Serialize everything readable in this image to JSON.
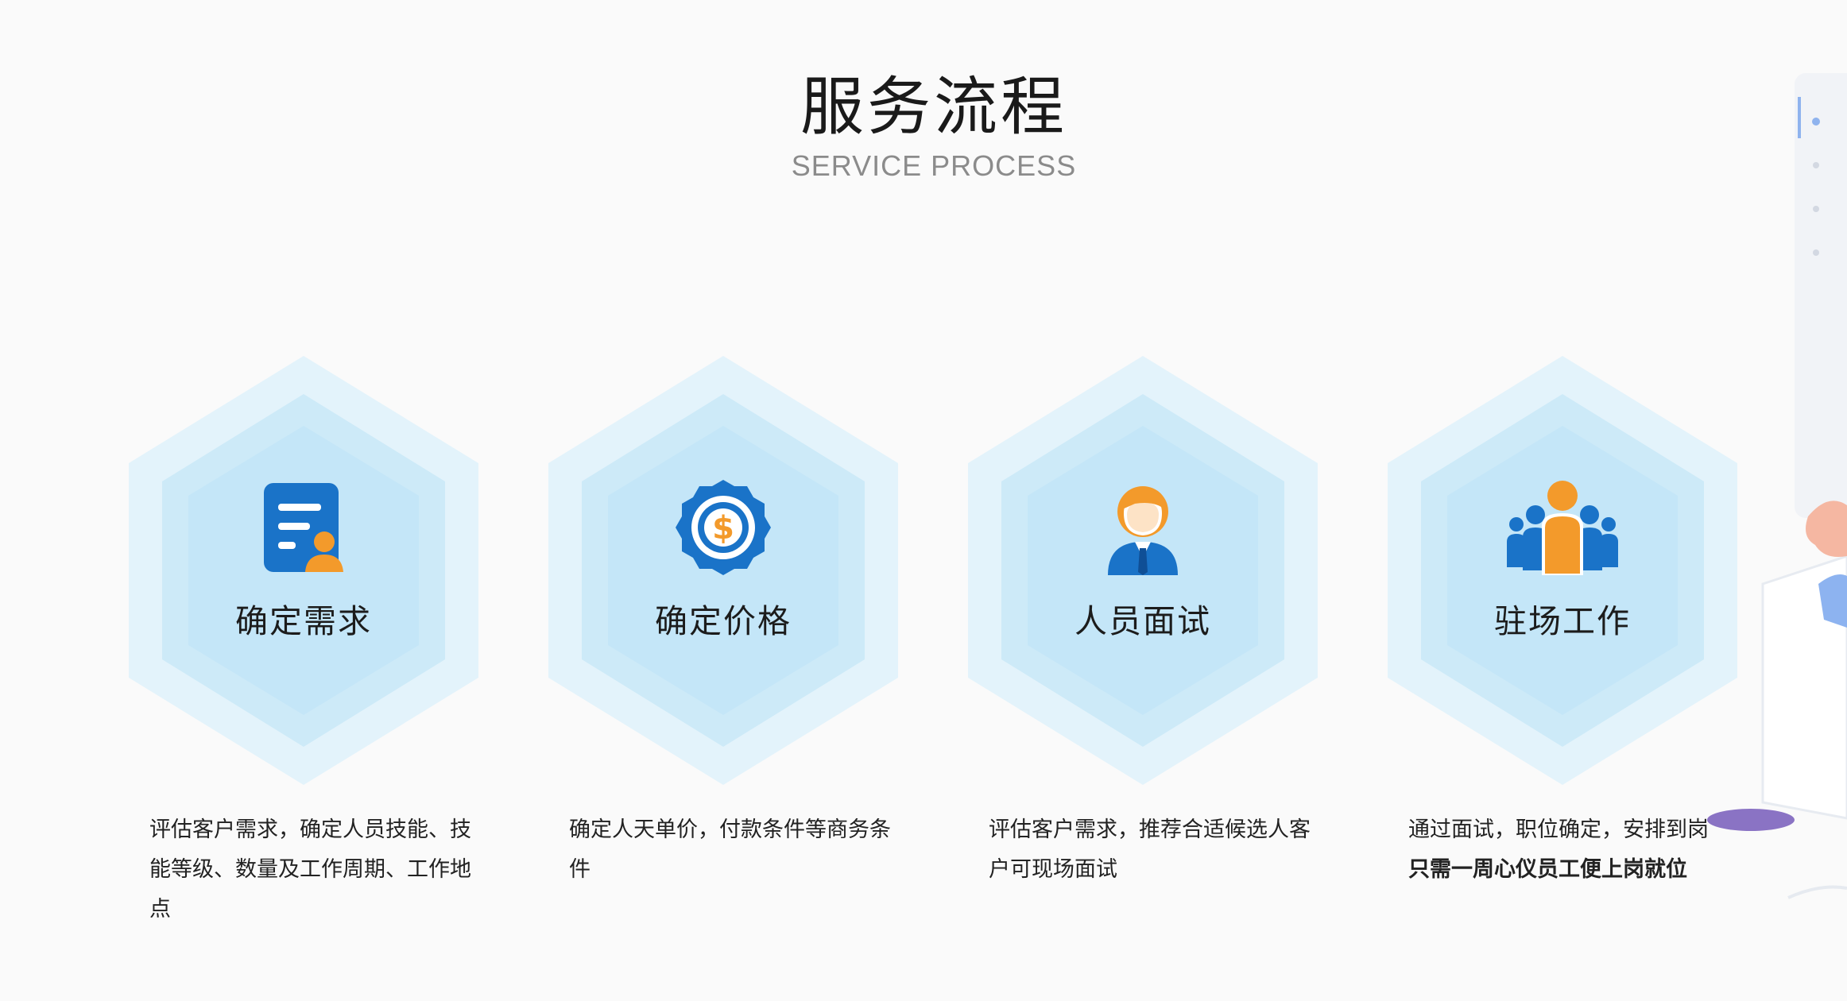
{
  "section": {
    "title": "服务流程",
    "subtitle": "SERVICE PROCESS"
  },
  "steps": [
    {
      "label": "确定需求",
      "icon": "document-user-icon",
      "description": "评估客户需求，确定人员技能、技能等级、数量及工作周期、工作地点"
    },
    {
      "label": "确定价格",
      "icon": "dollar-badge-icon",
      "description": "确定人天单价，付款条件等商务条件"
    },
    {
      "label": "人员面试",
      "icon": "interviewee-icon",
      "description": "评估客户需求，推荐合适候选人客户可现场面试"
    },
    {
      "label": "驻场工作",
      "icon": "team-icon",
      "description_line1": "通过面试，职位确定，安排到岗",
      "description_line2": "只需一周心仪员工便上岗就位"
    }
  ],
  "colors": {
    "hex_outer": "#e3f3fb",
    "hex_middle": "#cdeaf8",
    "hex_inner": "#bfe4f7",
    "icon_blue": "#1a73c8",
    "icon_orange": "#f39a2b",
    "title": "#1a1a1a",
    "subtitle": "#8b8b8b"
  }
}
